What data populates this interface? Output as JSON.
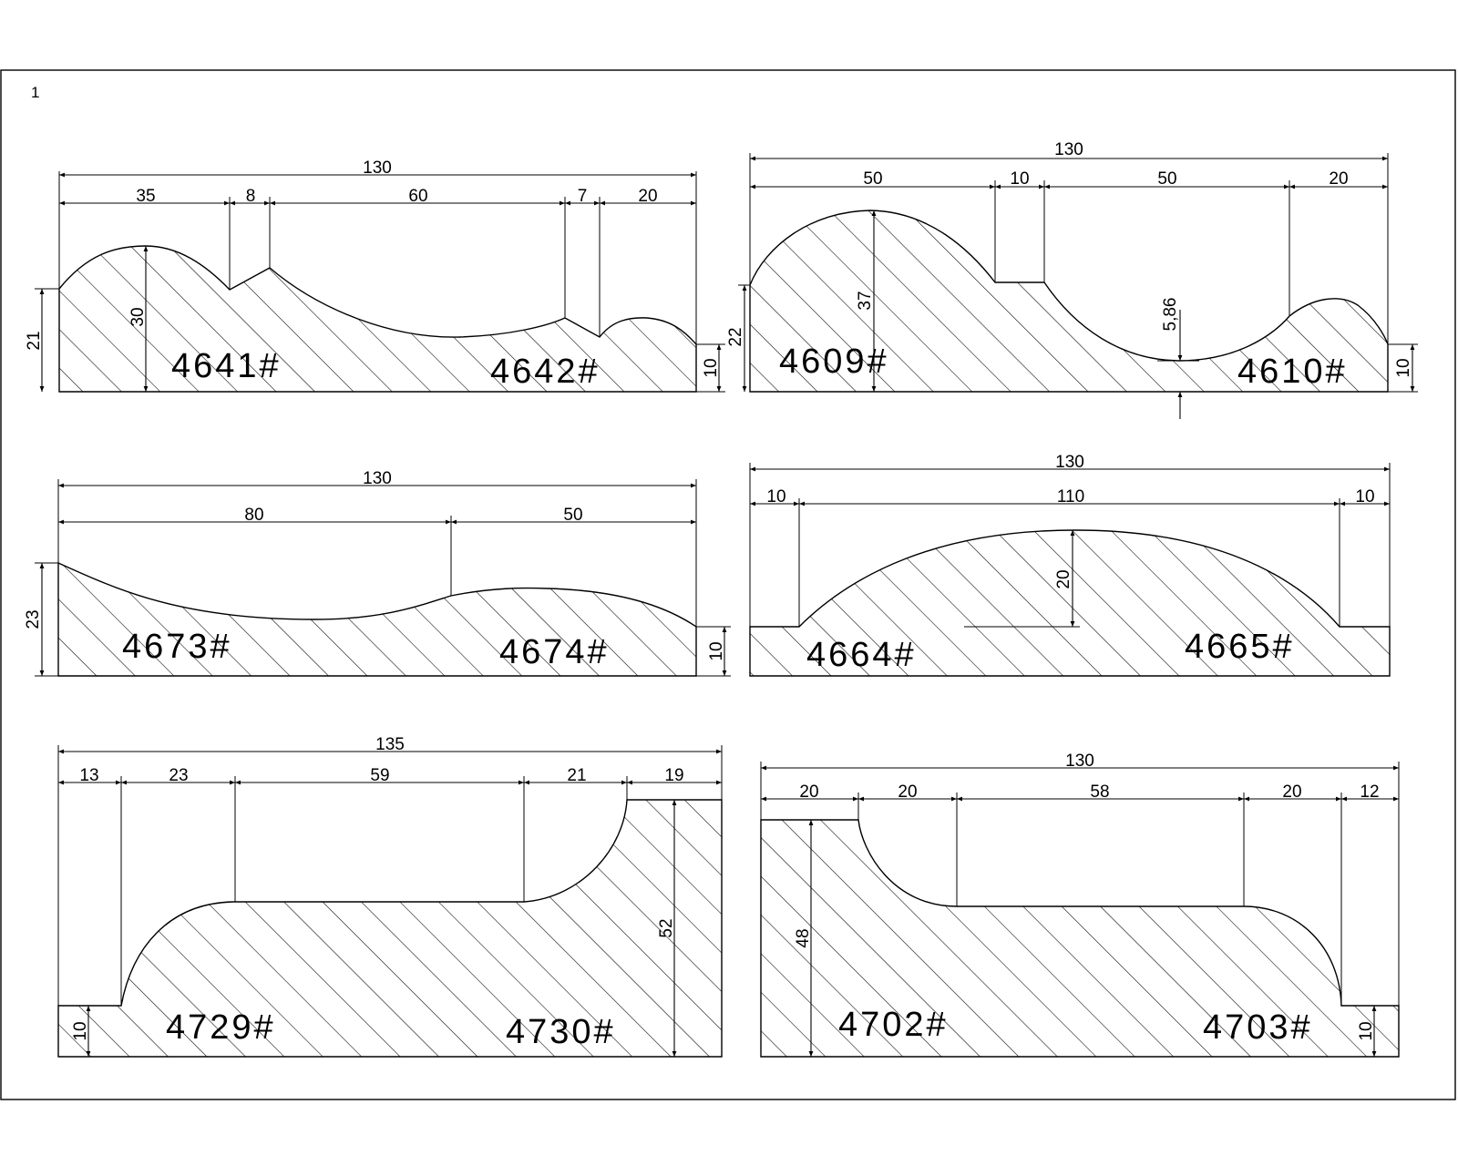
{
  "sheet": {
    "number": "1"
  },
  "profiles": [
    {
      "codes": [
        "4641#",
        "4642#"
      ],
      "total_width": "130",
      "segments": [
        "35",
        "8",
        "60",
        "7",
        "20"
      ],
      "heights": [
        "21",
        "30",
        "10"
      ]
    },
    {
      "codes": [
        "4609#",
        "4610#"
      ],
      "total_width": "130",
      "segments": [
        "50",
        "10",
        "50",
        "20"
      ],
      "heights": [
        "22",
        "37",
        "5,86",
        "10"
      ]
    },
    {
      "codes": [
        "4673#",
        "4674#"
      ],
      "total_width": "130",
      "segments": [
        "80",
        "50"
      ],
      "heights": [
        "23",
        "10"
      ]
    },
    {
      "codes": [
        "4664#",
        "4665#"
      ],
      "total_width": "130",
      "segments": [
        "10",
        "110",
        "10"
      ],
      "heights": [
        "20"
      ]
    },
    {
      "codes": [
        "4729#",
        "4730#"
      ],
      "total_width": "135",
      "segments": [
        "13",
        "23",
        "59",
        "21",
        "19"
      ],
      "heights": [
        "52",
        "10"
      ]
    },
    {
      "codes": [
        "4702#",
        "4703#"
      ],
      "total_width": "130",
      "segments": [
        "20",
        "20",
        "58",
        "20",
        "12"
      ],
      "heights": [
        "48",
        "10"
      ]
    }
  ]
}
